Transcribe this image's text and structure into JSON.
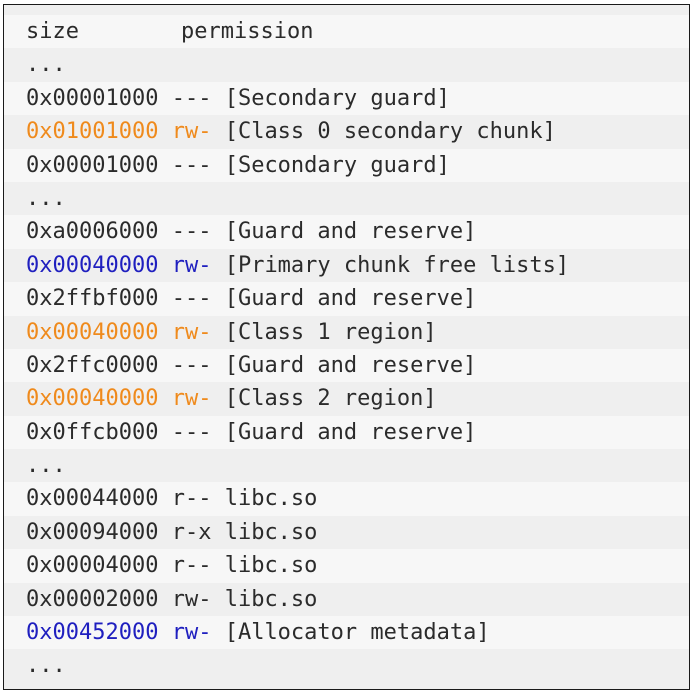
{
  "header": {
    "size": "size",
    "permission": "permission"
  },
  "colors": {
    "orange": "#ef8a1c",
    "blue": "#1f1fbf",
    "text": "#2b2b2b"
  },
  "rows": [
    {
      "kind": "ellipsis",
      "text": "..."
    },
    {
      "kind": "entry",
      "size": "0x00001000",
      "perm": "---",
      "desc": "[Secondary guard]",
      "highlight": "none"
    },
    {
      "kind": "entry",
      "size": "0x01001000",
      "perm": "rw-",
      "desc": "[Class 0 secondary chunk]",
      "highlight": "orange"
    },
    {
      "kind": "entry",
      "size": "0x00001000",
      "perm": "---",
      "desc": "[Secondary guard]",
      "highlight": "none"
    },
    {
      "kind": "ellipsis",
      "text": "..."
    },
    {
      "kind": "entry",
      "size": "0xa0006000",
      "perm": "---",
      "desc": "[Guard and reserve]",
      "highlight": "none"
    },
    {
      "kind": "entry",
      "size": "0x00040000",
      "perm": "rw-",
      "desc": "[Primary chunk free lists]",
      "highlight": "blue"
    },
    {
      "kind": "entry",
      "size": "0x2ffbf000",
      "perm": "---",
      "desc": "[Guard and reserve]",
      "highlight": "none"
    },
    {
      "kind": "entry",
      "size": "0x00040000",
      "perm": "rw-",
      "desc": "[Class 1 region]",
      "highlight": "orange"
    },
    {
      "kind": "entry",
      "size": "0x2ffc0000",
      "perm": "---",
      "desc": "[Guard and reserve]",
      "highlight": "none"
    },
    {
      "kind": "entry",
      "size": "0x00040000",
      "perm": "rw-",
      "desc": "[Class 2 region]",
      "highlight": "orange"
    },
    {
      "kind": "entry",
      "size": "0x0ffcb000",
      "perm": "---",
      "desc": "[Guard and reserve]",
      "highlight": "none"
    },
    {
      "kind": "ellipsis",
      "text": "..."
    },
    {
      "kind": "entry",
      "size": "0x00044000",
      "perm": "r--",
      "desc": "libc.so",
      "highlight": "none"
    },
    {
      "kind": "entry",
      "size": "0x00094000",
      "perm": "r-x",
      "desc": "libc.so",
      "highlight": "none"
    },
    {
      "kind": "entry",
      "size": "0x00004000",
      "perm": "r--",
      "desc": "libc.so",
      "highlight": "none"
    },
    {
      "kind": "entry",
      "size": "0x00002000",
      "perm": "rw-",
      "desc": "libc.so",
      "highlight": "none"
    },
    {
      "kind": "entry",
      "size": "0x00452000",
      "perm": "rw-",
      "desc": "[Allocator metadata]",
      "highlight": "blue"
    },
    {
      "kind": "ellipsis",
      "text": "..."
    }
  ]
}
